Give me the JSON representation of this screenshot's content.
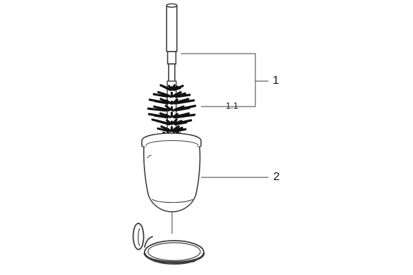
{
  "diagram": {
    "callouts": [
      {
        "id": "1",
        "label": "1"
      },
      {
        "id": "1.1",
        "label": "1.1"
      },
      {
        "id": "2",
        "label": "2"
      }
    ],
    "colors": {
      "line": "#3a3a3a",
      "bristle": "#111111",
      "fill": "#ffffff"
    }
  }
}
